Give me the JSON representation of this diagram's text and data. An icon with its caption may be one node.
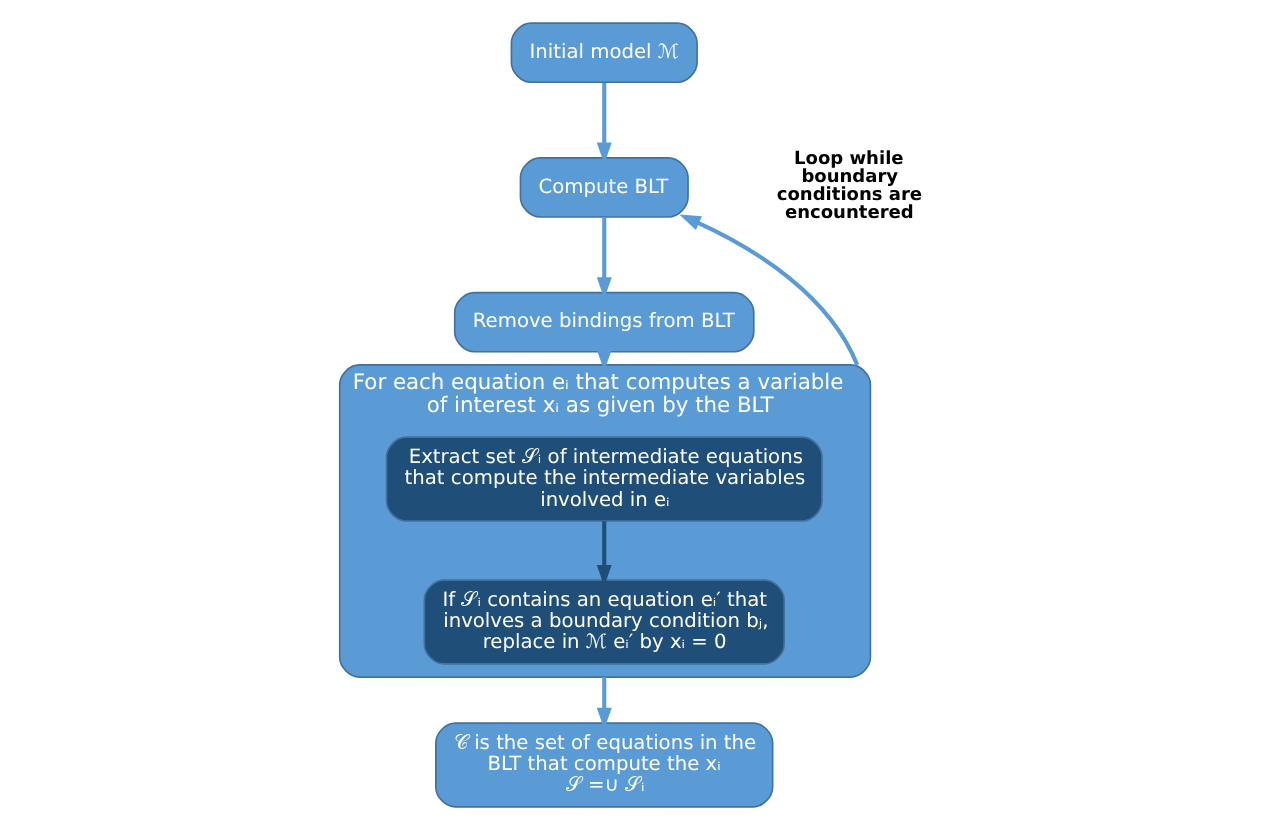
{
  "diagram": {
    "nodes": [
      {
        "text": [
          "Initial model ℳ"
        ]
      },
      {
        "text": [
          "Compute BLT"
        ]
      },
      {
        "text": [
          "Remove bindings from BLT"
        ]
      },
      {
        "text": [
          "For each equation eᵢ that computes a variable of interest xᵢ as given by the BLT"
        ]
      },
      {
        "text": [
          "Extract set 𝒮ᵢ of intermediate equations that compute the intermediate variables involved in eᵢ"
        ],
        "in": 3
      },
      {
        "text": [
          "If 𝒮ᵢ contains an equation eᵢ′ that involves a boundary condition bⱼ, replace in ℳ eᵢ′ by xᵢ = 0"
        ],
        "in": 3
      },
      {
        "text": [
          "𝒞 is the set of equations in the BLT that compute the xᵢ",
          "𝒮 =∪ 𝒮ᵢ"
        ]
      }
    ],
    "edges": [
      {
        "from": 0,
        "to": 1,
        "arrow": "to"
      },
      {
        "from": 1,
        "to": 2,
        "arrow": "to"
      },
      {
        "from": 2,
        "to": 3,
        "arrow": "to"
      },
      {
        "from": 4,
        "to": 5,
        "arrow": "to",
        "color": "#1f4e79"
      },
      {
        "from": 3,
        "to": 1,
        "arrow": "to"
      },
      {
        "from": 3,
        "to": 6,
        "arrow": "to"
      }
    ],
    "labels": [
      "Loop while boundary conditions are encountered"
    ]
  }
}
